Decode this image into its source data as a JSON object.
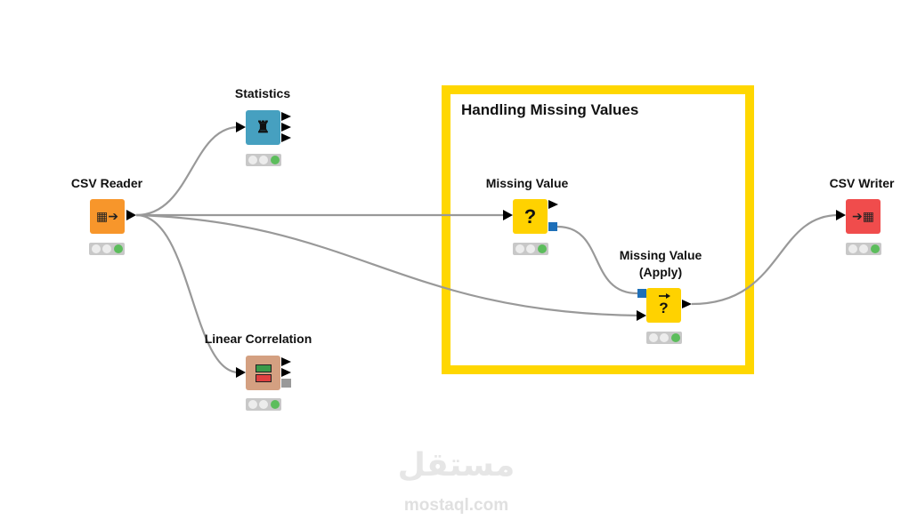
{
  "annotation": {
    "title": "Handling Missing Values",
    "color": "#ffd700"
  },
  "nodes": {
    "csv_reader": {
      "label": "CSV Reader",
      "color": "#f7962b",
      "icon": "table-arrow-icon",
      "status": "executed"
    },
    "statistics": {
      "label": "Statistics",
      "color": "#46a0c0",
      "icon": "statistics-icon",
      "status": "executed"
    },
    "linear_correlation": {
      "label": "Linear Correlation",
      "color": "#d4a081",
      "icon": "correlation-matrix-icon",
      "status": "executed"
    },
    "missing_value": {
      "label": "Missing Value",
      "color": "#ffd200",
      "icon_text": "?",
      "status": "executed"
    },
    "missing_value_apply": {
      "label_line1": "Missing Value",
      "label_line2": "(Apply)",
      "color": "#ffd200",
      "icon_text": "?",
      "status": "executed"
    },
    "csv_writer": {
      "label": "CSV Writer",
      "color": "#f04c4c",
      "icon": "table-write-icon",
      "status": "executed"
    }
  },
  "watermark": {
    "arabic": "مستقل",
    "latin": "mostaql.com"
  }
}
